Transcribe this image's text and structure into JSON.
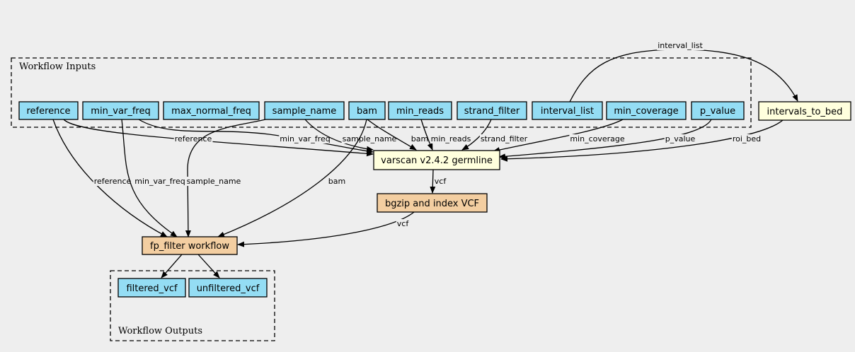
{
  "colors": {
    "background": "#eeeeee",
    "input": "#94ddf4",
    "step": "#ffffdd",
    "subworkflow": "#f3cea1",
    "output": "#94ddf4"
  },
  "clusters": {
    "inputs_label": "Workflow Inputs",
    "outputs_label": "Workflow Outputs"
  },
  "nodes": {
    "reference": "reference",
    "min_var_freq": "min_var_freq",
    "max_normal_freq": "max_normal_freq",
    "sample_name": "sample_name",
    "bam": "bam",
    "min_reads": "min_reads",
    "strand_filter": "strand_filter",
    "interval_list": "interval_list",
    "min_coverage": "min_coverage",
    "p_value": "p_value",
    "intervals_to_bed": "intervals_to_bed",
    "varscan": "varscan v2.4.2 germline",
    "bgzip": "bgzip and index VCF",
    "fp_filter": "fp_filter workflow",
    "filtered_vcf": "filtered_vcf",
    "unfiltered_vcf": "unfiltered_vcf"
  },
  "edge_labels": {
    "interval_list_to_bed": "interval_list",
    "reference_to_varscan": "reference",
    "min_var_freq_to_varscan": "min_var_freq",
    "sample_name_to_varscan": "sample_name",
    "bam_to_varscan": "bam",
    "min_reads_to_varscan": "min_reads",
    "strand_filter_to_varscan": "strand_filter",
    "min_coverage_to_varscan": "min_coverage",
    "p_value_to_varscan": "p_value",
    "roi_bed_to_varscan": "roi_bed",
    "reference_to_fp": "reference",
    "min_var_freq_to_fp": "min_var_freq",
    "sample_name_to_fp": "sample_name",
    "bam_to_fp": "bam",
    "varscan_to_bgzip": "vcf",
    "bgzip_to_fp": "vcf"
  }
}
